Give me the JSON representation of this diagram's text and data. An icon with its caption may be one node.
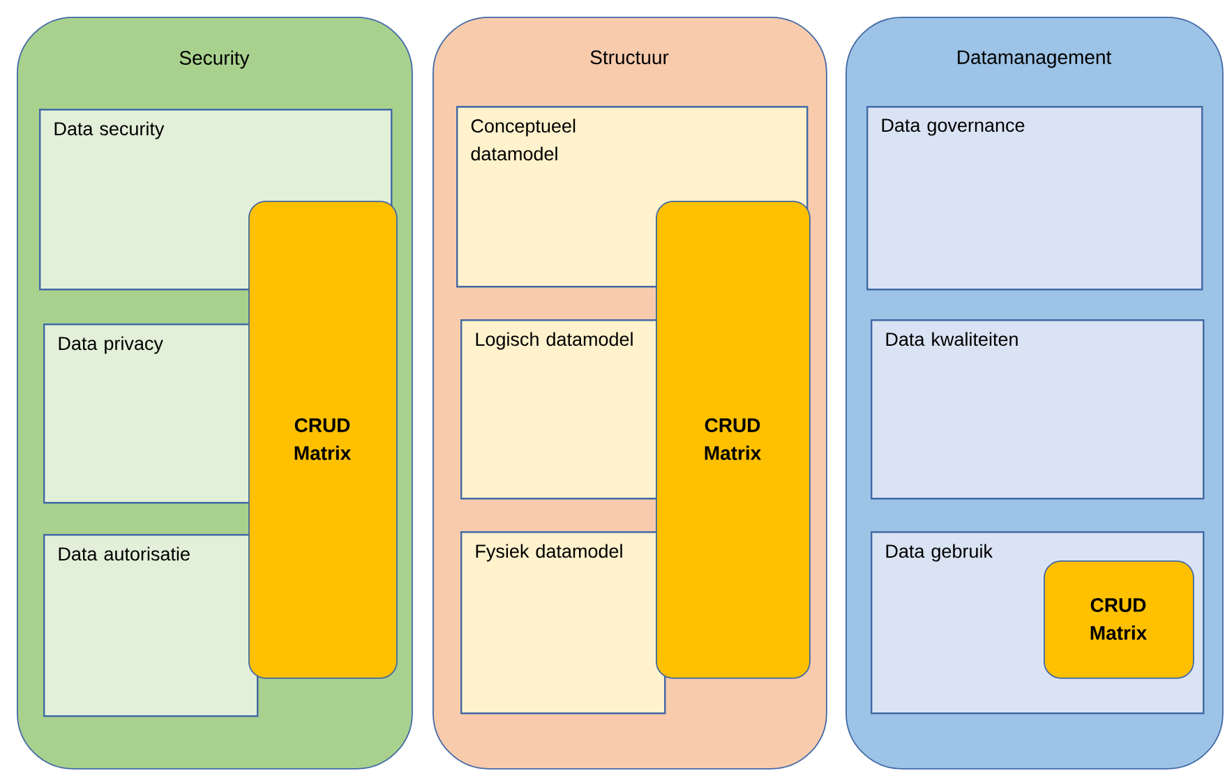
{
  "diagram": {
    "nodes": [
      {
        "text": [
          "Security"
        ]
      },
      {
        "text": [
          "Data security"
        ],
        "in": 0
      },
      {
        "text": [
          "Data privacy"
        ],
        "in": 0
      },
      {
        "text": [
          "Data autorisatie"
        ],
        "in": 0
      },
      {
        "text": [
          "CRUD Matrix"
        ],
        "in": 0
      },
      {
        "text": [
          "Structuur"
        ]
      },
      {
        "text": [
          "Conceptueel datamodel"
        ],
        "in": 5
      },
      {
        "text": [
          "Logisch datamodel"
        ],
        "in": 5
      },
      {
        "text": [
          "Fysiek datamodel"
        ],
        "in": 5
      },
      {
        "text": [
          "CRUD Matrix"
        ],
        "in": 5
      },
      {
        "text": [
          "Datamanagement"
        ]
      },
      {
        "text": [
          "Data governance"
        ],
        "in": 10
      },
      {
        "text": [
          "Data kwaliteiten"
        ],
        "in": 10
      },
      {
        "text": [
          "Data gebruik"
        ],
        "in": 10
      },
      {
        "text": [
          "CRUD Matrix"
        ],
        "in": 13
      }
    ]
  }
}
